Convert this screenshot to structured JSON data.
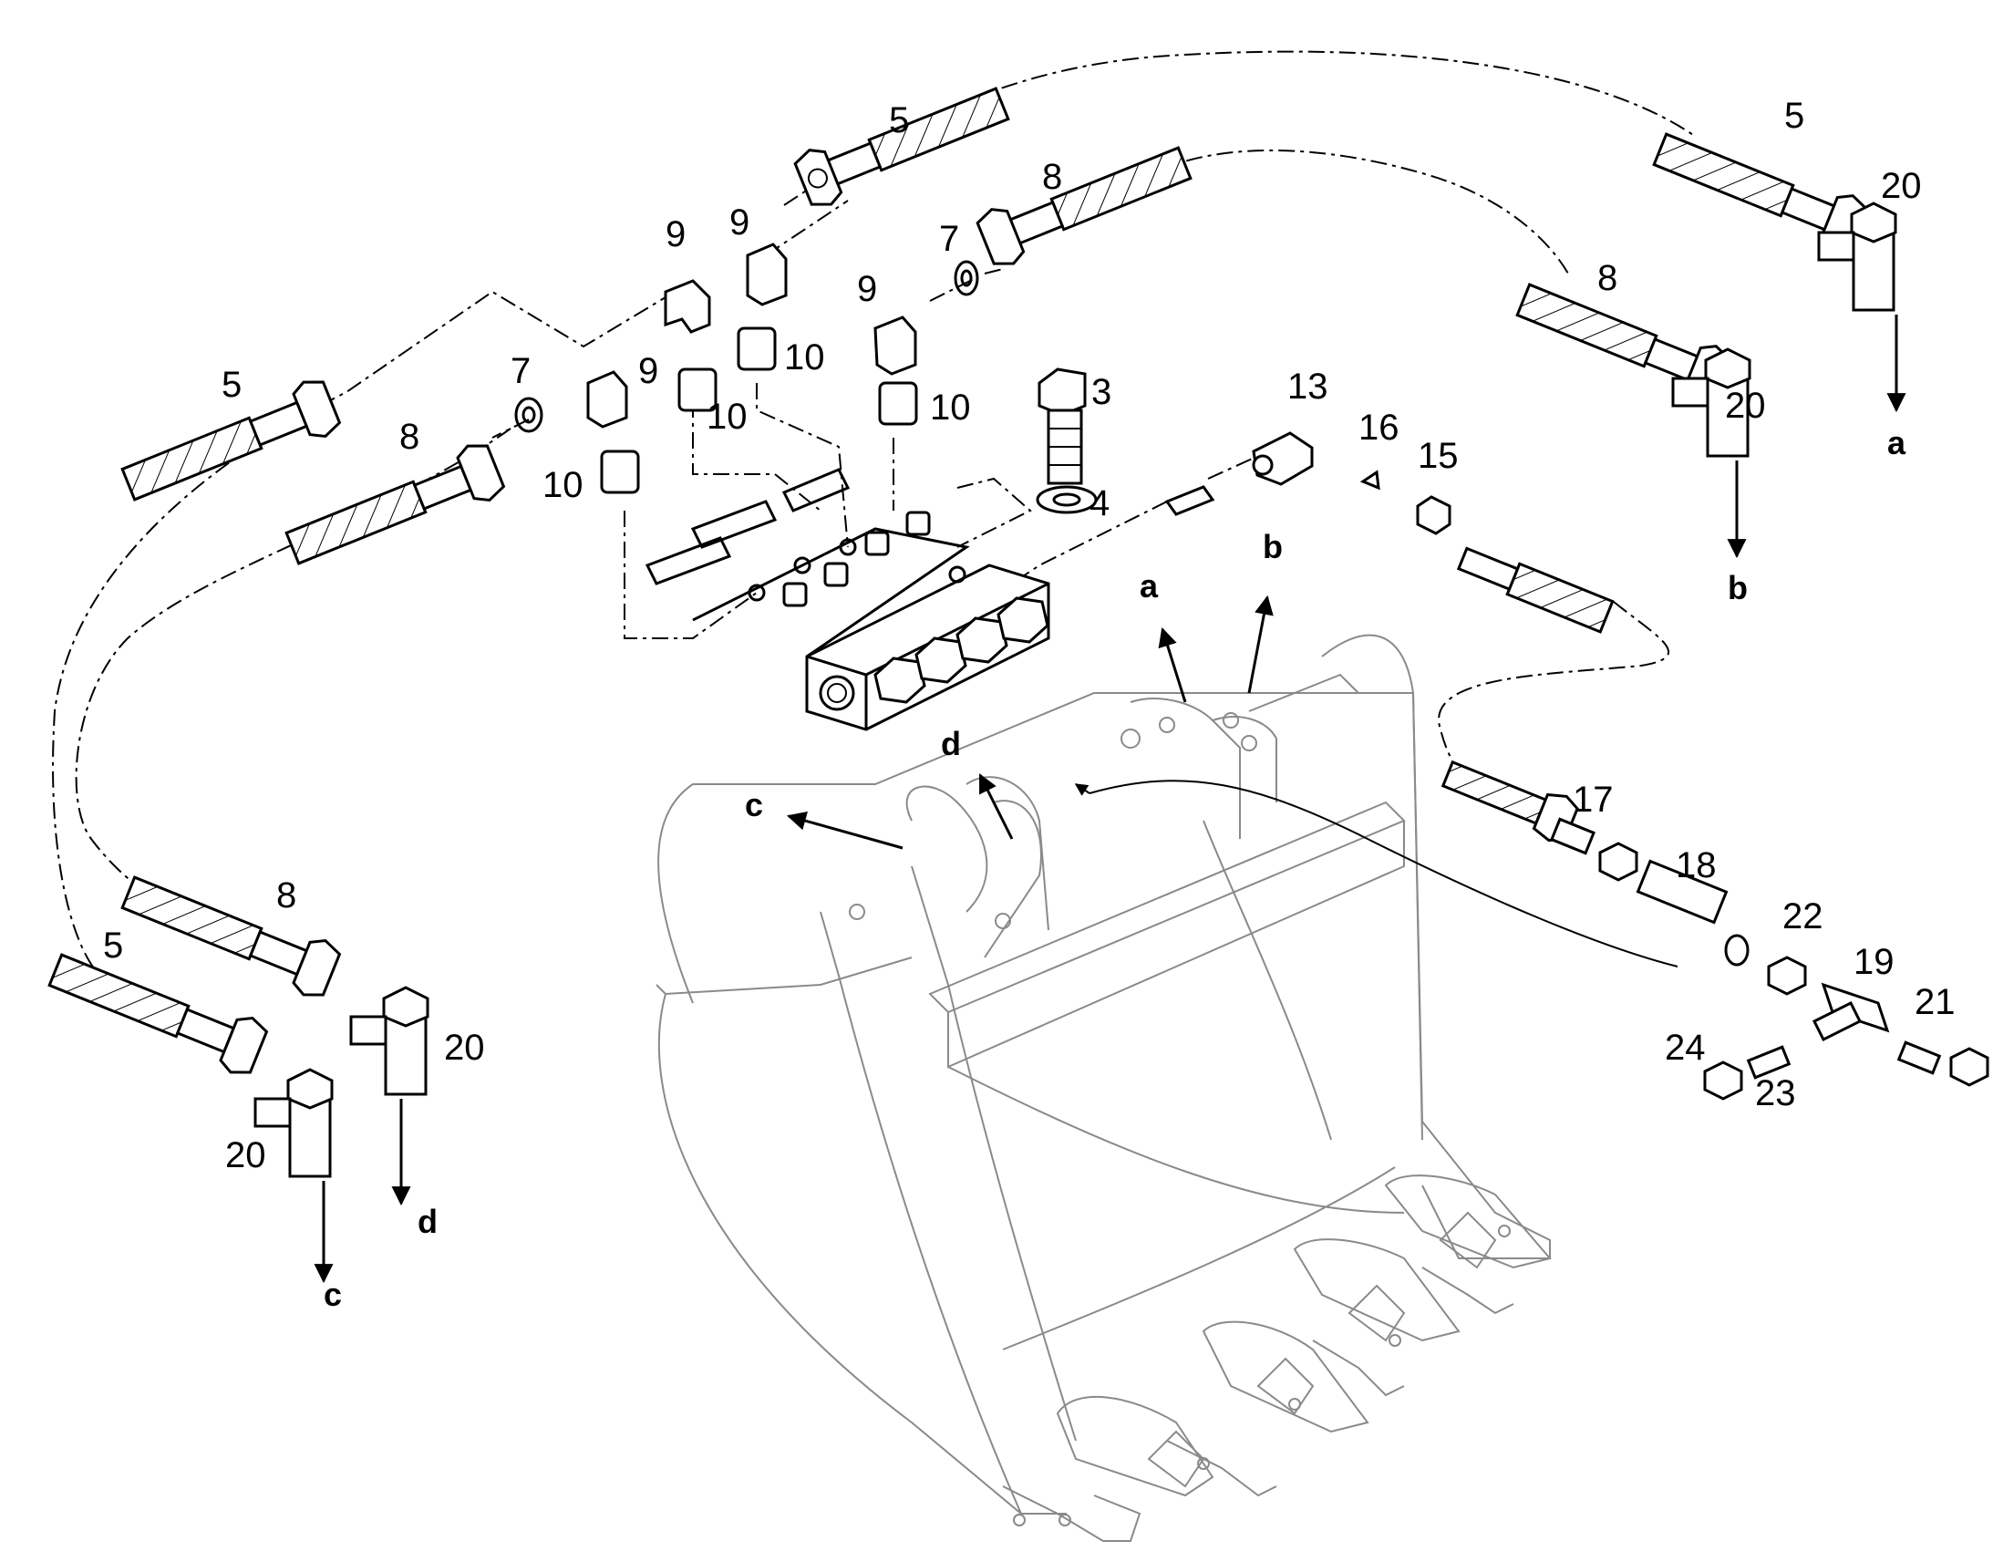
{
  "labels": [
    {
      "id": "p5a",
      "text": "5"
    },
    {
      "id": "p5b",
      "text": "5"
    },
    {
      "id": "p5c",
      "text": "5"
    },
    {
      "id": "p5d",
      "text": "5"
    },
    {
      "id": "p8a",
      "text": "8"
    },
    {
      "id": "p8b",
      "text": "8"
    },
    {
      "id": "p8c",
      "text": "8"
    },
    {
      "id": "p8d",
      "text": "8"
    },
    {
      "id": "p9a",
      "text": "9"
    },
    {
      "id": "p9b",
      "text": "9"
    },
    {
      "id": "p9c",
      "text": "9"
    },
    {
      "id": "p9d",
      "text": "9"
    },
    {
      "id": "p7a",
      "text": "7"
    },
    {
      "id": "p7b",
      "text": "7"
    },
    {
      "id": "p10a",
      "text": "10"
    },
    {
      "id": "p10b",
      "text": "10"
    },
    {
      "id": "p10c",
      "text": "10"
    },
    {
      "id": "p10d",
      "text": "10"
    },
    {
      "id": "p3",
      "text": "3"
    },
    {
      "id": "p4",
      "text": "4"
    },
    {
      "id": "p13",
      "text": "13"
    },
    {
      "id": "p16",
      "text": "16"
    },
    {
      "id": "p15",
      "text": "15"
    },
    {
      "id": "p20a",
      "text": "20"
    },
    {
      "id": "p20b",
      "text": "20"
    },
    {
      "id": "p20c",
      "text": "20"
    },
    {
      "id": "p20d",
      "text": "20"
    },
    {
      "id": "p17",
      "text": "17"
    },
    {
      "id": "p18",
      "text": "18"
    },
    {
      "id": "p22",
      "text": "22"
    },
    {
      "id": "p19",
      "text": "19"
    },
    {
      "id": "p21",
      "text": "21"
    },
    {
      "id": "p24",
      "text": "24"
    },
    {
      "id": "p23",
      "text": "23"
    }
  ],
  "letters": [
    {
      "id": "la1",
      "text": "a"
    },
    {
      "id": "lb1",
      "text": "b"
    },
    {
      "id": "la2",
      "text": "a"
    },
    {
      "id": "lb2",
      "text": "b"
    },
    {
      "id": "lc1",
      "text": "c"
    },
    {
      "id": "ld1",
      "text": "d"
    },
    {
      "id": "lc2",
      "text": "c"
    },
    {
      "id": "ld2",
      "text": "d"
    }
  ]
}
